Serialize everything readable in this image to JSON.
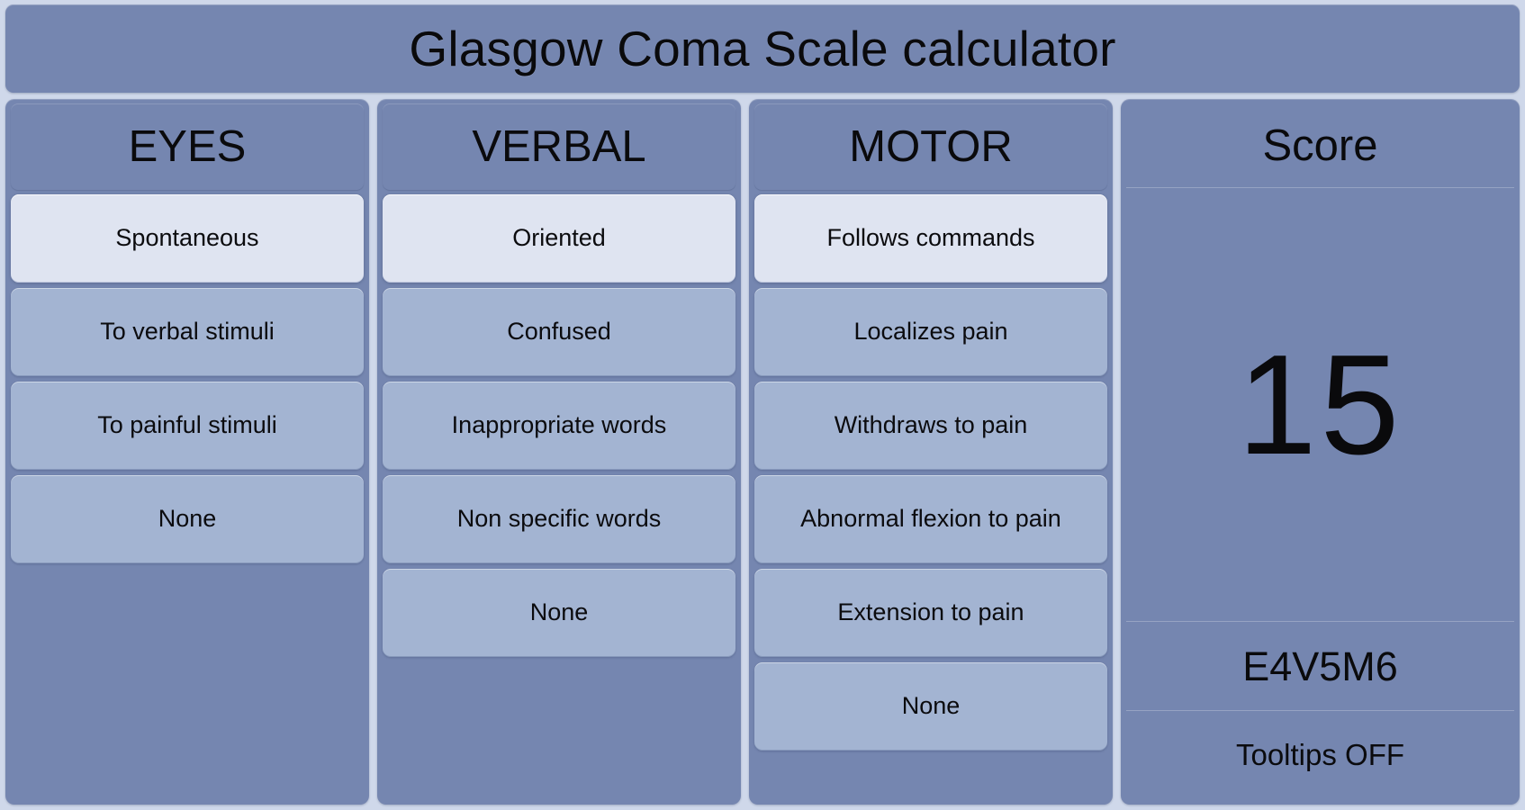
{
  "app": {
    "title": "Glasgow Coma Scale calculator",
    "colors": {
      "page_background": "#cfd8ea",
      "panel_background": "#7586b0",
      "option_background": "#a3b4d2",
      "option_selected_background": "#dfe4f1",
      "text": "#0a0a0c"
    }
  },
  "columns": [
    {
      "id": "eyes",
      "header": "EYES",
      "options": [
        {
          "label": "Spontaneous",
          "selected": true
        },
        {
          "label": "To verbal stimuli",
          "selected": false
        },
        {
          "label": "To painful stimuli",
          "selected": false
        },
        {
          "label": "None",
          "selected": false
        }
      ]
    },
    {
      "id": "verbal",
      "header": "VERBAL",
      "options": [
        {
          "label": "Oriented",
          "selected": true
        },
        {
          "label": "Confused",
          "selected": false
        },
        {
          "label": "Inappropriate words",
          "selected": false
        },
        {
          "label": "Non specific words",
          "selected": false
        },
        {
          "label": "None",
          "selected": false
        }
      ]
    },
    {
      "id": "motor",
      "header": "MOTOR",
      "options": [
        {
          "label": "Follows commands",
          "selected": true
        },
        {
          "label": "Localizes pain",
          "selected": false
        },
        {
          "label": "Withdraws to pain",
          "selected": false
        },
        {
          "label": "Abnormal flexion to pain",
          "selected": false
        },
        {
          "label": "Extension to pain",
          "selected": false
        },
        {
          "label": "None",
          "selected": false
        }
      ]
    }
  ],
  "score_panel": {
    "header": "Score",
    "total": "15",
    "breakdown": "E4V5M6",
    "tooltips_toggle": "Tooltips OFF"
  }
}
